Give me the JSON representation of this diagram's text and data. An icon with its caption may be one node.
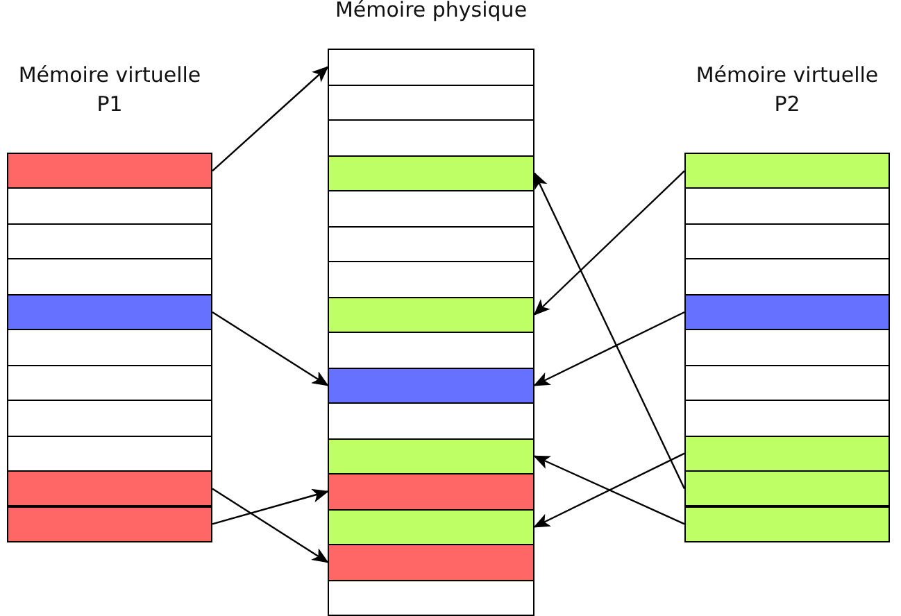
{
  "diagram": {
    "nodes": [
      {
        "text": [
          "Mémoire virtuelle P1"
        ]
      },
      {
        "text": [],
        "shape": "box",
        "in": 0
      },
      {
        "text": [],
        "shape": "box",
        "in": 0
      },
      {
        "text": [],
        "shape": "box",
        "in": 0
      },
      {
        "text": [],
        "shape": "box",
        "in": 0
      },
      {
        "text": [],
        "shape": "box",
        "in": 0
      },
      {
        "text": [],
        "shape": "box",
        "in": 0
      },
      {
        "text": [],
        "shape": "box",
        "in": 0
      },
      {
        "text": [],
        "shape": "box",
        "in": 0
      },
      {
        "text": [],
        "shape": "box",
        "in": 0
      },
      {
        "text": [],
        "shape": "box",
        "in": 0
      },
      {
        "text": [],
        "shape": "box",
        "in": 0
      },
      {
        "text": [
          "Mémoire physique"
        ]
      },
      {
        "text": [],
        "shape": "box",
        "in": 12
      },
      {
        "text": [],
        "shape": "box",
        "in": 12
      },
      {
        "text": [],
        "shape": "box",
        "in": 12
      },
      {
        "text": [],
        "shape": "box",
        "in": 12
      },
      {
        "text": [],
        "shape": "box",
        "in": 12
      },
      {
        "text": [],
        "shape": "box",
        "in": 12
      },
      {
        "text": [],
        "shape": "box",
        "in": 12
      },
      {
        "text": [],
        "shape": "box",
        "in": 12
      },
      {
        "text": [],
        "shape": "box",
        "in": 12
      },
      {
        "text": [],
        "shape": "box",
        "in": 12
      },
      {
        "text": [],
        "shape": "box",
        "in": 12
      },
      {
        "text": [],
        "shape": "box",
        "in": 12
      },
      {
        "text": [],
        "shape": "box",
        "in": 12
      },
      {
        "text": [],
        "shape": "box",
        "in": 12
      },
      {
        "text": [],
        "shape": "box",
        "in": 12
      },
      {
        "text": [],
        "shape": "box",
        "in": 12
      },
      {
        "text": [
          "Mémoire virtuelle P2"
        ]
      },
      {
        "text": [],
        "shape": "box",
        "in": 29
      },
      {
        "text": [],
        "shape": "box",
        "in": 29
      },
      {
        "text": [],
        "shape": "box",
        "in": 29
      },
      {
        "text": [],
        "shape": "box",
        "in": 29
      },
      {
        "text": [],
        "shape": "box",
        "in": 29
      },
      {
        "text": [],
        "shape": "box",
        "in": 29
      },
      {
        "text": [],
        "shape": "box",
        "in": 29
      },
      {
        "text": [],
        "shape": "box",
        "in": 29
      },
      {
        "text": [],
        "shape": "box",
        "in": 29
      },
      {
        "text": [],
        "shape": "box",
        "in": 29
      },
      {
        "text": [],
        "shape": "box",
        "in": 29
      }
    ],
    "edges": [
      {
        "from": 1,
        "to": 13,
        "arrow": "to"
      },
      {
        "from": 5,
        "to": 22,
        "arrow": "to"
      },
      {
        "from": 10,
        "to": 27,
        "arrow": "to"
      },
      {
        "from": 11,
        "to": 25,
        "arrow": "to"
      },
      {
        "from": 30,
        "to": 20,
        "arrow": "to"
      },
      {
        "from": 34,
        "to": 22,
        "arrow": "to"
      },
      {
        "from": 38,
        "to": 26,
        "arrow": "to"
      },
      {
        "from": 39,
        "to": 16,
        "arrow": "to"
      },
      {
        "from": 40,
        "to": 24,
        "arrow": "to"
      }
    ]
  }
}
